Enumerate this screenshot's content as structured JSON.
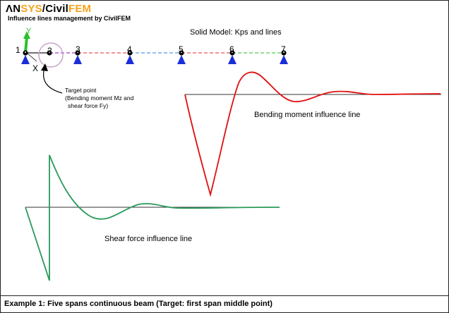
{
  "header": {
    "logo_a": "Λ",
    "logo_n": "N",
    "logo_sys": "SYS",
    "logo_slash": "/",
    "logo_civil": "Civil",
    "logo_fem": "FEM",
    "subtitle": "Influence lines management by CivilFEM"
  },
  "model": {
    "title": "Solid Model: Kps and lines",
    "keypoints": [
      "1",
      "2",
      "3",
      "4",
      "5",
      "6",
      "7"
    ],
    "axis_x": "X",
    "axis_y": "Y",
    "segment_colors": [
      "#444444",
      "#b05cd6",
      "#f07070",
      "#70a8e8",
      "#f07070",
      "#70d070"
    ]
  },
  "annotation": {
    "line1": "Target point",
    "line2": "(Bending moment Mz and",
    "line3": "shear force Fy)"
  },
  "curves": {
    "bending_label": "Bending moment influence line",
    "bending_color": "#e01010",
    "shear_label": "Shear force influence line",
    "shear_color": "#2a9a5a"
  },
  "footer": {
    "caption": "Example 1: Five spans continuous beam (Target: first span middle point)"
  }
}
